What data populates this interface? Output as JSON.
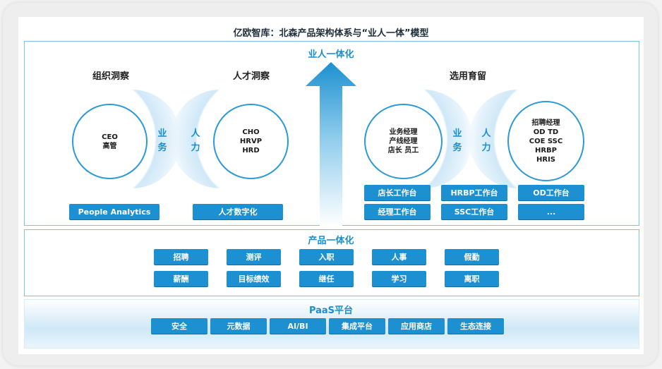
{
  "title": "亿欧智库：北森产品架构体系与“业人一体”模型",
  "top_section": {
    "label": "业人一体化",
    "org_insight": {
      "title": "组织洞察",
      "circle_lines": [
        "CEO",
        "高管"
      ],
      "button": "People Analytics"
    },
    "talent_insight": {
      "title": "人才洞察",
      "circle_lines": [
        "CHO",
        "HRVP",
        "HRD"
      ],
      "button": "人才数字化"
    },
    "link_left": {
      "business": "业务",
      "talent": "人力"
    },
    "selection": {
      "title": "选用育留",
      "circle_business": [
        "业务经理",
        "产线经理",
        "店长 员工"
      ],
      "circle_hr": [
        "招聘经理",
        "OD TD",
        "COE SSC",
        "HRBP",
        "HRIS"
      ],
      "buttons": [
        "店长工作台",
        "HRBP工作台",
        "OD工作台",
        "经理工作台",
        "SSC工作台",
        "..."
      ]
    },
    "link_right": {
      "business": "业务",
      "talent": "人力"
    }
  },
  "product_section": {
    "label": "产品一体化",
    "modules": [
      "招聘",
      "测评",
      "入职",
      "人事",
      "假勤",
      "薪酬",
      "目标绩效",
      "继任",
      "学习",
      "离职"
    ]
  },
  "paas_section": {
    "label": "PaaS平台",
    "modules": [
      "安全",
      "元数据",
      "AI/BI",
      "集成平台",
      "应用商店",
      "生态连接"
    ]
  },
  "colors": {
    "primary": "#1c90d0",
    "accent_text": "#1a8fcf",
    "border": "#7cc3e8"
  }
}
